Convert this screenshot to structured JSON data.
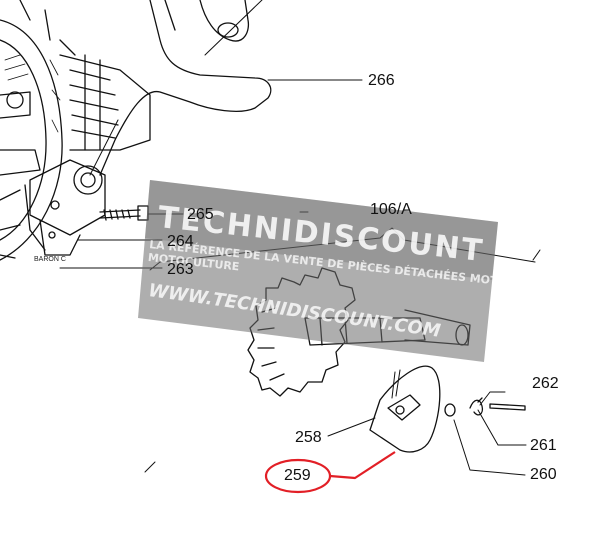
{
  "diagram": {
    "group_label": "106/A",
    "parts": {
      "p266": "266",
      "p265": "265",
      "p264": "264",
      "p263": "263",
      "p262": "262",
      "p261": "261",
      "p260": "260",
      "p259": "259",
      "p258": "258"
    },
    "signature": "BARON C",
    "highlight_color": "#e21f26"
  },
  "watermark": {
    "brand": "TECHNIDISCOUNT",
    "tagline": "LA RÉFÉRENCE DE LA VENTE DE PIÈCES DÉTACHÉES MOTEURS ET MOTOCULTURE",
    "url": "WWW.TECHNIDISCOUNT.COM"
  }
}
